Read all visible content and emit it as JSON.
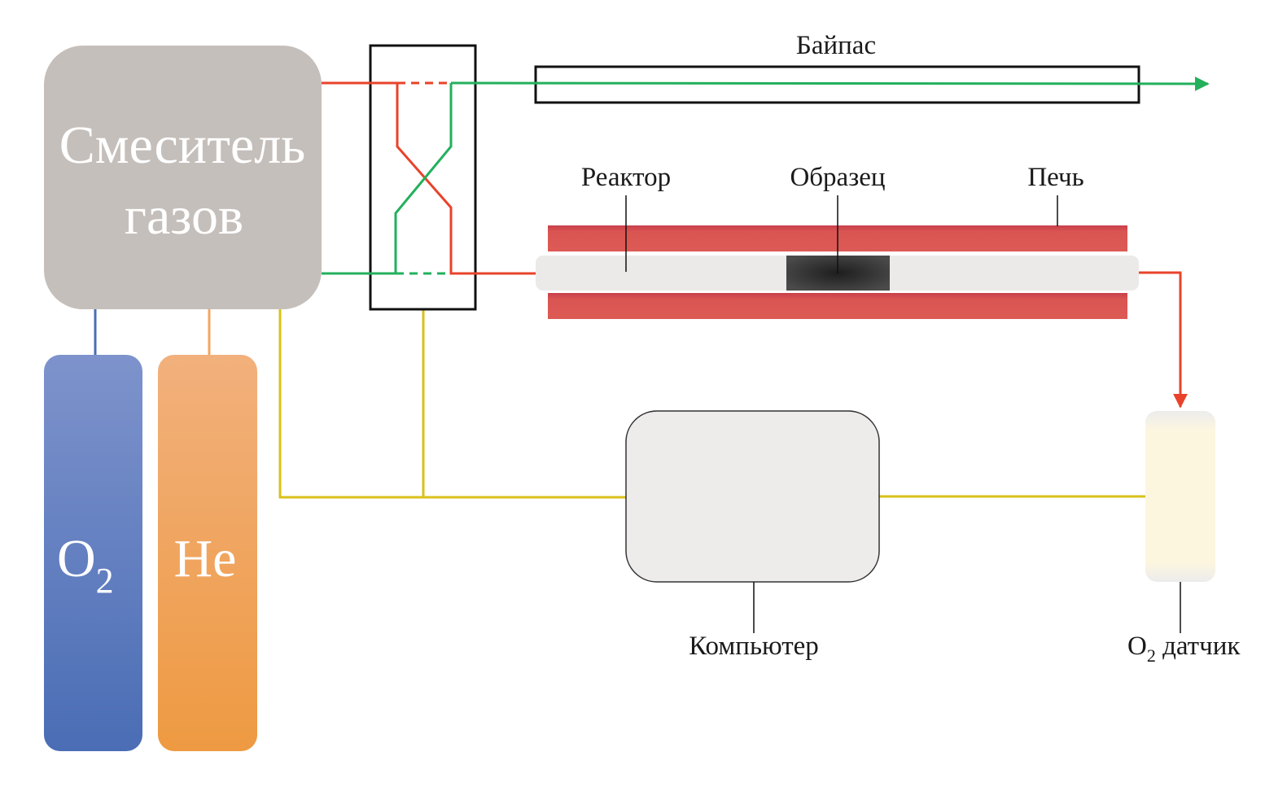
{
  "diagram": {
    "mixer": {
      "line1": "Смеситель",
      "line2": "газов"
    },
    "cylinders": [
      {
        "id": "o2",
        "base": "O",
        "sub": "2"
      },
      {
        "id": "he",
        "base": "He",
        "sub": ""
      }
    ],
    "labels": {
      "bypass": "Байпас",
      "reactor": "Реактор",
      "sample": "Образец",
      "furnace": "Печь",
      "computer": "Компьютер",
      "sensor_base": "O",
      "sensor_sub": "2",
      "sensor_rest": " датчик"
    },
    "colors": {
      "mixer": "#c5bfbb",
      "o2_top": "#7e93cc",
      "o2_bottom": "#4a6db5",
      "he_top": "#f2b07c",
      "he_bottom": "#ee9a42",
      "red_line": "#e8432a",
      "green_line": "#23b05c",
      "yellow_line": "#d8c21a",
      "furnace": "#d9534f",
      "reactor_tube": "#ece9e9",
      "sample": "#3a3a3a",
      "computer": "#eeebeb",
      "sensor": "#fdf7e0"
    }
  }
}
